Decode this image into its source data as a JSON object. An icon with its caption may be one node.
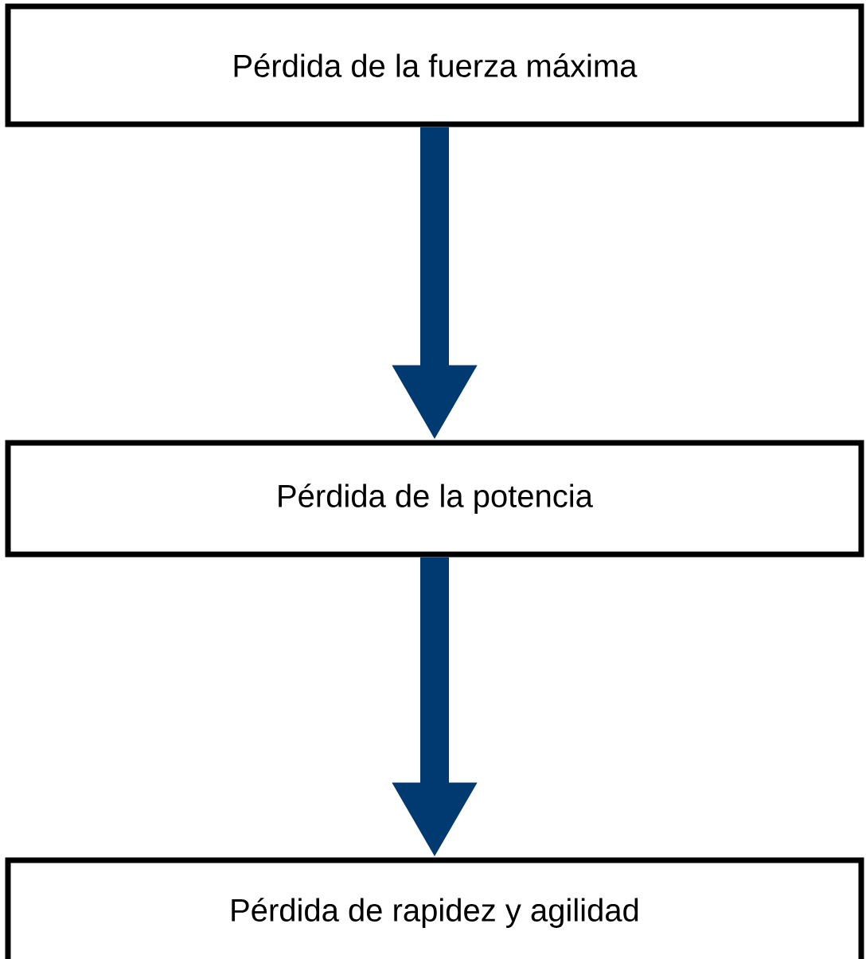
{
  "diagram": {
    "nodes": [
      {
        "text": [
          "Pérdida de la fuerza máxima"
        ]
      },
      {
        "text": [
          "Pérdida de la potencia"
        ]
      },
      {
        "text": [
          "Pérdida de rapidez y agilidad"
        ]
      }
    ],
    "edges": [
      {
        "from": 0,
        "to": 1,
        "arrow": "to"
      },
      {
        "from": 1,
        "to": 2,
        "arrow": "to"
      }
    ]
  }
}
